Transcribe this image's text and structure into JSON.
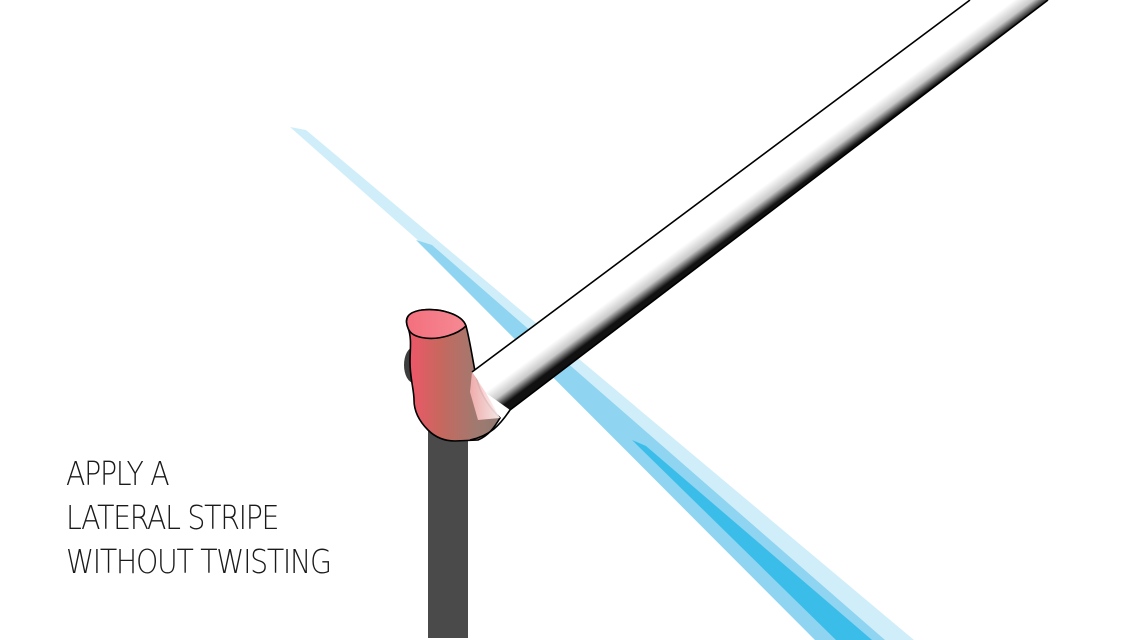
{
  "caption": {
    "lines": [
      "APPLY A",
      "LATERAL STRIPE",
      "WITHOUT TWISTING"
    ]
  },
  "colors": {
    "background": "#ffffff",
    "stripe_light": "#d0eef9",
    "stripe_mid": "#8fd4f0",
    "stripe_dark": "#3bbde9",
    "stick": "#4a4a4a",
    "tip_pink": "#ef5f6e",
    "tip_brown": "#9c7f73",
    "tube_shadow": "#111111",
    "outline": "#000000",
    "text": "#1a1a1a"
  },
  "icons": [
    "marker-icon",
    "tube-icon",
    "stripe-icon"
  ]
}
